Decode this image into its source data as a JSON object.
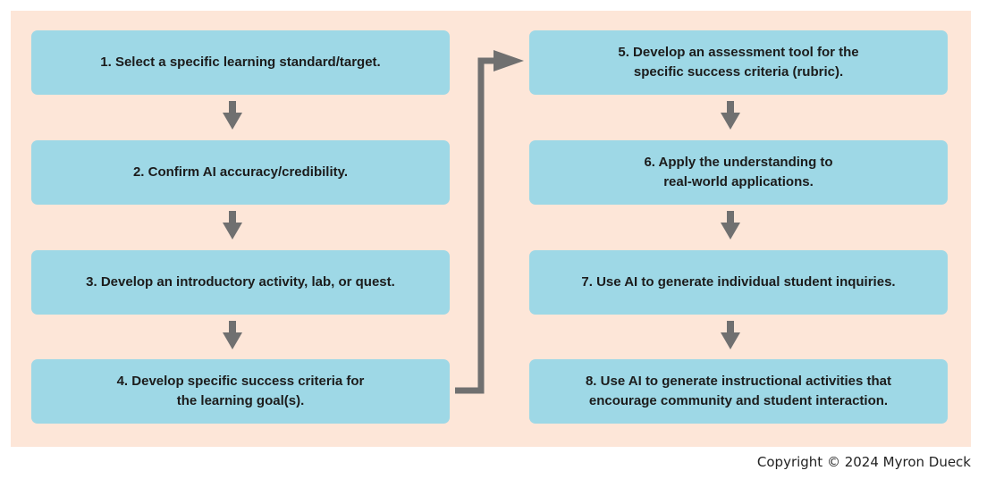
{
  "steps": [
    "1. Select a specific learning standard/target.",
    "2. Confirm AI accuracy/credibility.",
    "3. Develop an introductory activity, lab, or quest.",
    "4. Develop specific success criteria for\nthe learning goal(s).",
    "5. Develop an assessment tool for the\nspecific success criteria (rubric).",
    "6. Apply the understanding to\nreal-world applications.",
    "7. Use AI to generate individual student inquiries.",
    "8. Use AI to generate instructional activities that\nencourage community and student interaction."
  ],
  "copyright": "Copyright © 2024 Myron Dueck",
  "colors": {
    "background": "#fde6d8",
    "box": "#9ed8e6",
    "arrow": "#707070"
  }
}
